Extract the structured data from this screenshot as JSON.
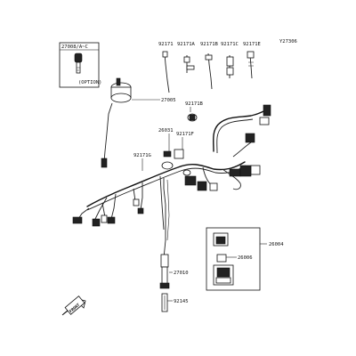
{
  "diagram": {
    "ref_code": "Y27306",
    "callouts": {
      "key_set": "27008/A~C",
      "option": "(OPTION)",
      "ignition_switch": "27005",
      "band_1": "92171",
      "band_2": "92171A",
      "band_3": "92171B",
      "band_4": "92171C",
      "band_5": "92171E",
      "band_6": "92171B",
      "band_7": "92171F",
      "band_8": "92171G",
      "main_harness": "26031",
      "brake_switch": "27010",
      "relay": "26004",
      "relay_fuse": "26006",
      "cable": "92145"
    },
    "front_marker": "FRONT"
  }
}
